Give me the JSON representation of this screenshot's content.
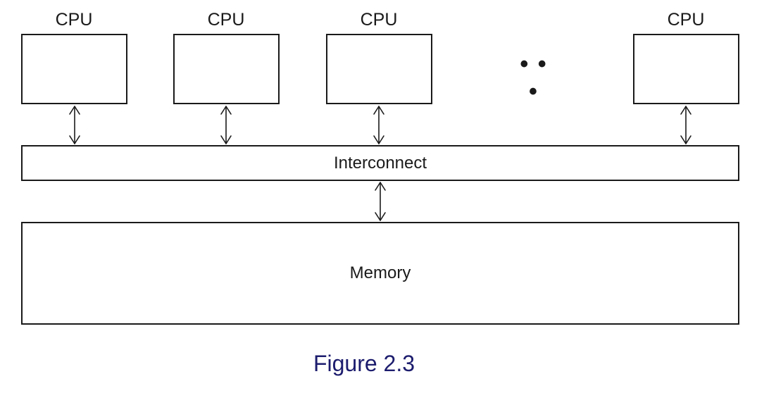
{
  "cpus": [
    {
      "label": "CPU"
    },
    {
      "label": "CPU"
    },
    {
      "label": "CPU"
    },
    {
      "label": "CPU"
    }
  ],
  "ellipsis": "• • •",
  "interconnect": {
    "label": "Interconnect"
  },
  "memory": {
    "label": "Memory"
  },
  "caption": "Figure 2.3",
  "colors": {
    "line": "#1a1a1a",
    "caption": "#1c1c6e",
    "background": "#ffffff"
  }
}
